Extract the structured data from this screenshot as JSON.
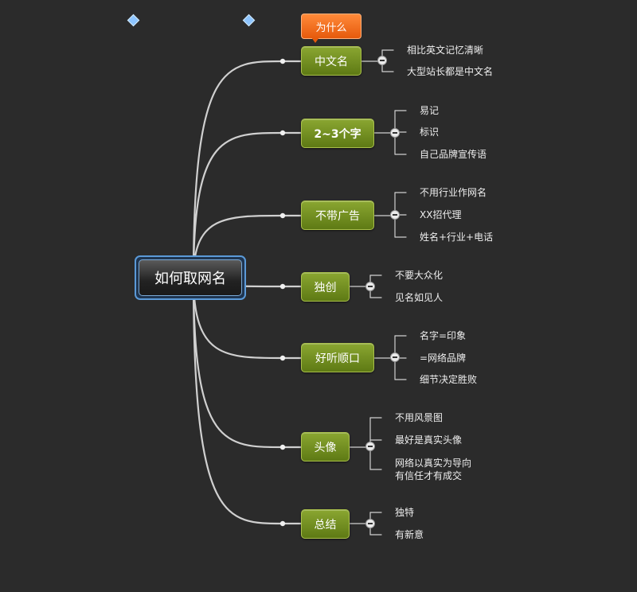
{
  "root": {
    "title": "如何取网名"
  },
  "callout": {
    "label": "为什么"
  },
  "branches": [
    {
      "label": "中文名",
      "children": [
        "相比英文记忆清晰",
        "大型站长都是中文名"
      ]
    },
    {
      "label": "2~3个字",
      "children": [
        "易记",
        "标识",
        "自己品牌宣传语"
      ]
    },
    {
      "label": "不带广告",
      "children": [
        "不用行业作网名",
        "XX招代理",
        "姓名+行业+电话"
      ]
    },
    {
      "label": "独创",
      "children": [
        "不要大众化",
        "见名如见人"
      ]
    },
    {
      "label": "好听顺口",
      "children": [
        "名字=印象",
        "=网络品牌",
        "细节决定胜败"
      ]
    },
    {
      "label": "头像",
      "children": [
        "不用风景图",
        "最好是真实头像",
        "网络以真实为导向",
        "有信任才有成交"
      ]
    },
    {
      "label": "总结",
      "children": [
        "独特",
        "有新意"
      ]
    }
  ],
  "colors": {
    "background": "#2b2b2b",
    "branch": "#6e8a1f",
    "callout": "#f26a1b",
    "root_border": "#5b9ad8",
    "line": "#d0d0d0"
  },
  "icons": [
    "collapse-minus-icon",
    "expand-diamond-icon"
  ]
}
